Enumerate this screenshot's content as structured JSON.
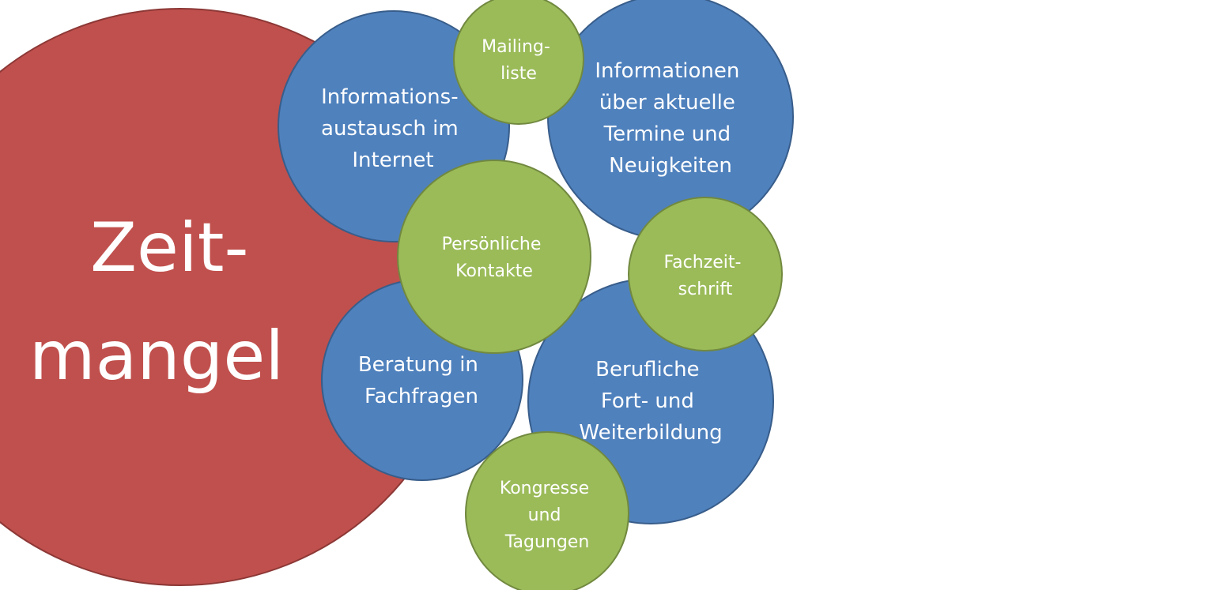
{
  "colors": {
    "background": "#ffffff",
    "main_fill": "#c0504d",
    "main_stroke": "#8c3836",
    "blue_fill": "#4f81bd",
    "blue_stroke": "#385d8a",
    "green_fill": "#9bbb59",
    "green_stroke": "#71893f",
    "text": "#ffffff"
  },
  "main_topic": {
    "lines": [
      "Zeit-",
      "mangel"
    ]
  },
  "topics": [
    {
      "lines": [
        "Informations-",
        "austausch im",
        "Internet"
      ]
    },
    {
      "lines": [
        "Informationen",
        "über aktuelle",
        "Termine und",
        "Neuigkeiten"
      ]
    },
    {
      "lines": [
        "Beratung in",
        "Fachfragen"
      ]
    },
    {
      "lines": [
        "Berufliche",
        "Fort- und",
        "Weiterbildung"
      ]
    }
  ],
  "channels": [
    {
      "lines": [
        "Mailing-",
        "liste"
      ]
    },
    {
      "lines": [
        "Persönliche",
        "Kontakte"
      ]
    },
    {
      "lines": [
        "Fachzeit-",
        "schrift"
      ]
    },
    {
      "lines": [
        "Kongresse",
        "und",
        "Tagungen"
      ]
    }
  ]
}
